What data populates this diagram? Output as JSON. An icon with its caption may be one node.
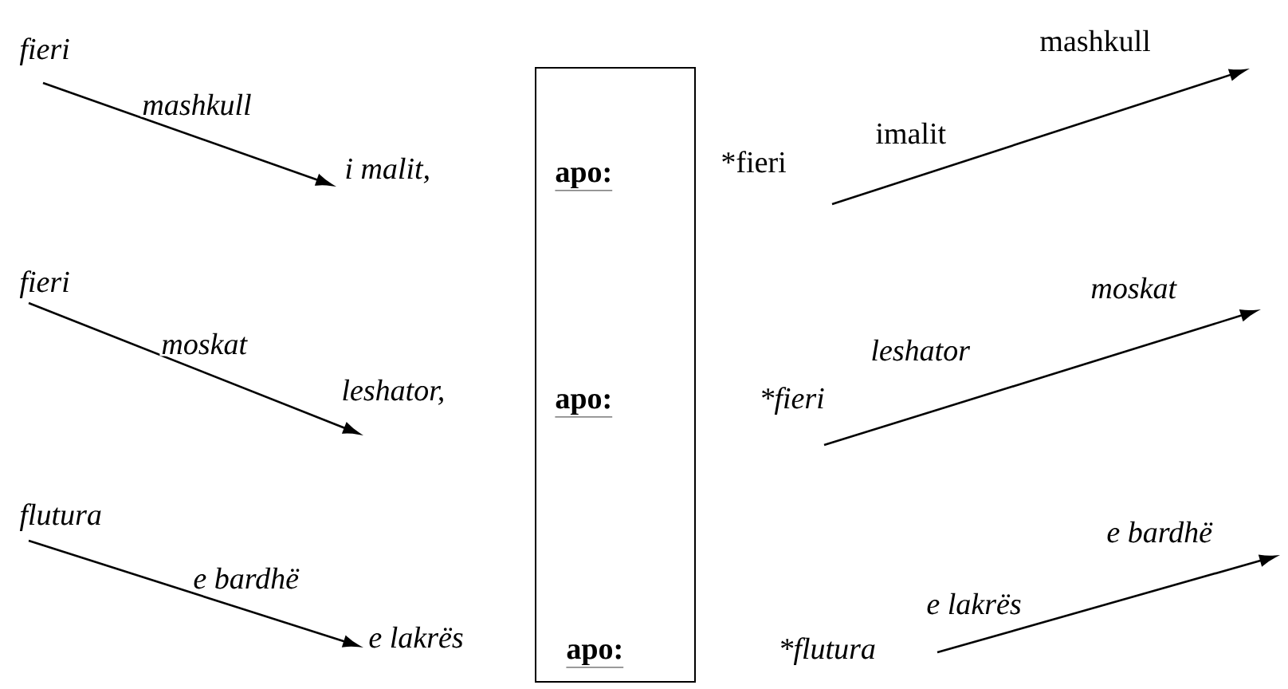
{
  "diagram": {
    "nodes": [
      {
        "text": [
          "apo:",
          "apo:",
          "apo:"
        ]
      },
      {
        "text": [
          "fieri"
        ]
      },
      {
        "text": [
          "i malit,"
        ]
      },
      {
        "text": [
          "*fieri"
        ]
      },
      {
        "text": [
          "mashkull"
        ]
      },
      {
        "text": [
          "fieri"
        ]
      },
      {
        "text": [
          "leshator,"
        ]
      },
      {
        "text": [
          "*fieri"
        ]
      },
      {
        "text": [
          "moskat"
        ]
      },
      {
        "text": [
          "flutura"
        ]
      },
      {
        "text": [
          "e lakrës"
        ]
      },
      {
        "text": [
          "*flutura"
        ]
      },
      {
        "text": [
          "e bardhë"
        ]
      }
    ],
    "edges": [
      {
        "from": 1,
        "to": 2,
        "arrow": "to",
        "label": "mashkull"
      },
      {
        "from": 3,
        "to": 4,
        "arrow": "to",
        "label": "imalit"
      },
      {
        "from": 5,
        "to": 6,
        "arrow": "to",
        "label": "moskat"
      },
      {
        "from": 7,
        "to": 8,
        "arrow": "to",
        "label": "leshator"
      },
      {
        "from": 9,
        "to": 10,
        "arrow": "to",
        "label": "e bardhë"
      },
      {
        "from": 11,
        "to": 12,
        "arrow": "to",
        "label": "e lakrës"
      }
    ]
  }
}
